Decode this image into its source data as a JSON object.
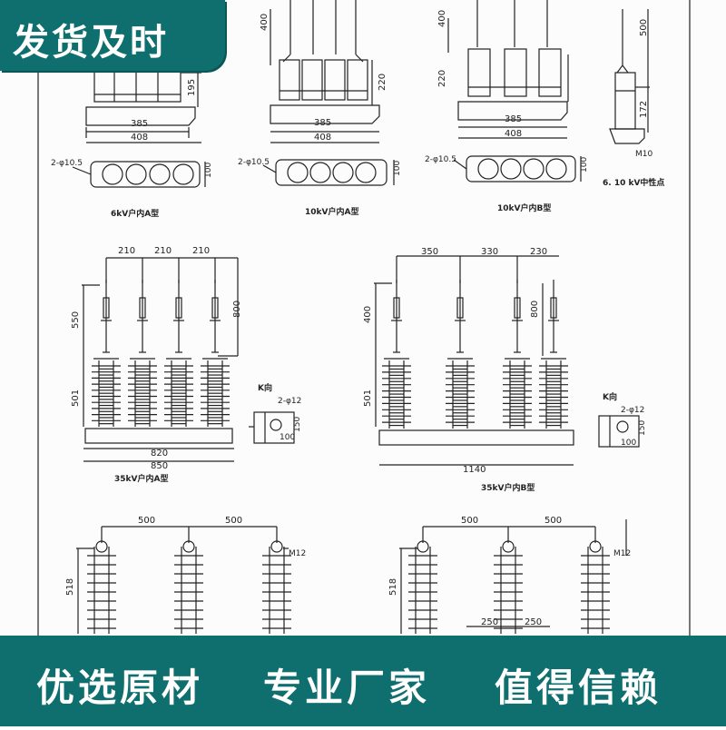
{
  "banner": {
    "text": "发货及时"
  },
  "footer": {
    "slogans": [
      "优选原材",
      "专业厂家",
      "值得信赖"
    ]
  },
  "colors": {
    "banner": "#0f6f6f",
    "footer": "#0f6f6f",
    "line": "#222222",
    "text": "#ffffff"
  },
  "top_row": {
    "a": {
      "dim_bottom_inner": "385",
      "dim_bottom_outer": "408",
      "dim_side": "195",
      "hole_label": "2-φ10.5",
      "hole_dim": "100",
      "caption": "6kV户内A型"
    },
    "b": {
      "dim_top": "400",
      "dim_bottom_inner": "385",
      "dim_bottom_outer": "408",
      "dim_side": "220",
      "hole_label": "2-φ10.5",
      "hole_dim": "100",
      "caption": "10kV户内A型"
    },
    "c": {
      "dim_top": "400",
      "dim_side": "220",
      "dim_bottom_inner": "385",
      "dim_bottom_outer": "408",
      "hole_label": "2-φ10.5",
      "hole_dim": "100",
      "caption": "10kV户内B型"
    },
    "d": {
      "dim_top": "500",
      "dim_side": "172",
      "bolt": "M10",
      "caption": "6. 10  kV中性点"
    }
  },
  "mid_left": {
    "spacings": [
      "210",
      "210",
      "210"
    ],
    "dim_left": "550",
    "dim_right": "800",
    "dim_lower": "501",
    "base_inner": "820",
    "base_outer": "850",
    "caption": "35kV户内A型",
    "detail_label": "K向",
    "detail_hole": "2-φ12",
    "detail_dim1": "100",
    "detail_dim2": "150"
  },
  "mid_right": {
    "spacings": [
      "350",
      "330",
      "230"
    ],
    "dim_left": "400",
    "dim_right": "800",
    "dim_lower": "501",
    "base": "1140",
    "caption": "35kV户内B型",
    "detail_label": "K向",
    "detail_hole": "2-φ12",
    "detail_dim1": "100",
    "detail_dim2": "150"
  },
  "bottom_left": {
    "spacings": [
      "500",
      "500"
    ],
    "dim_left": "518",
    "bolt": "M12"
  },
  "bottom_right": {
    "spacings": [
      "500",
      "500"
    ],
    "dim_left": "518",
    "bolt": "M12",
    "base_spacings": [
      "250",
      "250"
    ]
  }
}
